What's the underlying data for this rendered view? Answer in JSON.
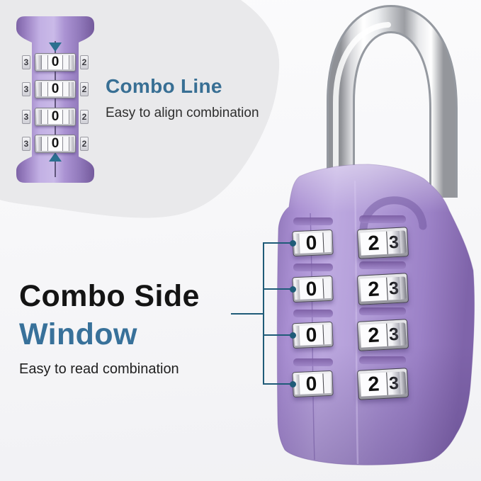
{
  "combo_line": {
    "title": "Combo Line",
    "subtitle": "Easy to align combination"
  },
  "combo_side": {
    "title_black": "Combo Side",
    "title_teal": "Window",
    "subtitle": "Easy to read combination"
  },
  "closeup": {
    "rows": [
      {
        "left": "3",
        "center": "0",
        "right": "2"
      },
      {
        "left": "3",
        "center": "0",
        "right": "2"
      },
      {
        "left": "3",
        "center": "0",
        "right": "2"
      },
      {
        "left": "3",
        "center": "0",
        "right": "2"
      }
    ]
  },
  "main_lock": {
    "rows": [
      {
        "side": "0",
        "front": "2",
        "front_partial": "3"
      },
      {
        "side": "0",
        "front": "2",
        "front_partial": "3"
      },
      {
        "side": "0",
        "front": "2",
        "front_partial": "3"
      },
      {
        "side": "0",
        "front": "2",
        "front_partial": "3"
      }
    ]
  },
  "colors": {
    "accent_teal": "#386f94",
    "connector_teal": "#1f5b78",
    "arrow_teal": "#2b7090",
    "lock_purple": "#a78fd0",
    "lock_purple_dark": "#7f64aa",
    "blob_gray": "#e9e9eb",
    "chrome_silver": "#e8e9eb",
    "digit_black": "#141414"
  }
}
